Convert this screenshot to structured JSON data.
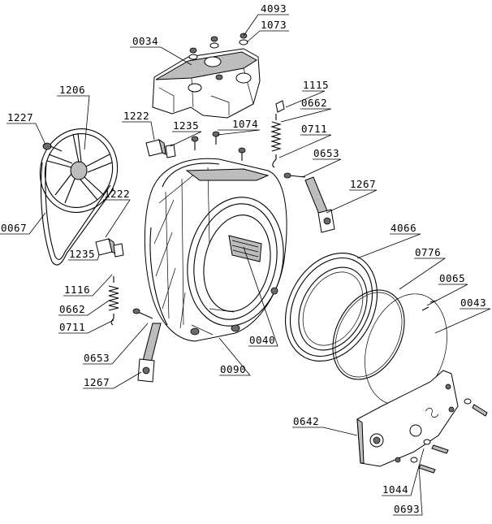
{
  "labels": {
    "p4093": "4093",
    "p1073": "1073",
    "p0034": "0034",
    "p1206": "1206",
    "p1115": "1115",
    "p0662a": "0662",
    "p1227": "1227",
    "p1222a": "1222",
    "p1235a": "1235",
    "p1074": "1074",
    "p0711a": "0711",
    "p0653a": "0653",
    "p1267a": "1267",
    "p1222b": "1222",
    "p0067": "0067",
    "p1235b": "1235",
    "p4066": "4066",
    "p0776": "0776",
    "p0065": "0065",
    "p1116": "1116",
    "p0043": "0043",
    "p0662b": "0662",
    "p0711b": "0711",
    "p0040": "0040",
    "p0653b": "0653",
    "p0090": "0090",
    "p1267b": "1267",
    "p0642": "0642",
    "p1044": "1044",
    "p0693": "0693"
  }
}
